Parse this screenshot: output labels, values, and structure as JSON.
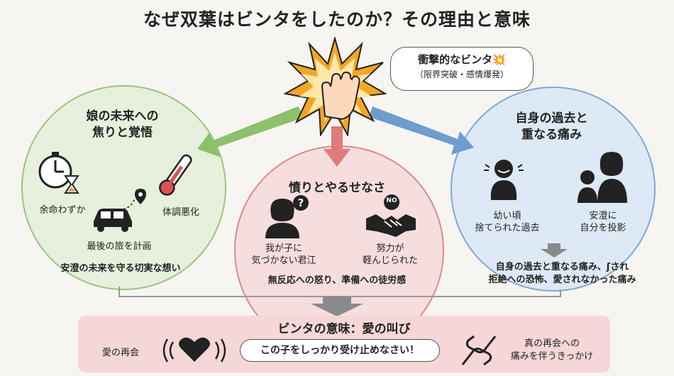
{
  "title": "なぜ双葉はビンタをしたのか？その理由と意味",
  "center": {
    "bubble_line1": "衝撃的なビンタ💥",
    "bubble_line2": "（限界突破・感情爆発）"
  },
  "left": {
    "heading_line1": "娘の未来への",
    "heading_line2": "焦りと覚悟",
    "label_lifespan": "余命わずか",
    "label_health": "体調悪化",
    "label_trip": "最後の旅を計画",
    "summary": "安澄の未来を守る切実な想い"
  },
  "middle": {
    "heading": "憤りとやるせなさ",
    "label_kimie_line1": "我が子に",
    "label_kimie_line2": "気づかない君江",
    "label_effort_line1": "努力が",
    "label_effort_line2": "軽んじられた",
    "no_sign": "NO",
    "summary": "無反応への怒り、準備への徒労感"
  },
  "right": {
    "heading_line1": "自身の過去と",
    "heading_line2": "重なる痛み",
    "label_child_line1": "幼い頃",
    "label_child_line2": "捨てられた過去",
    "label_project_line1": "安澄に",
    "label_project_line2": "自分を投影",
    "summary_line1": "自身の過去と重なる痛み、ʃされ",
    "summary_line2": "拒絶への恐怖、愛されなかった痛み"
  },
  "bottom": {
    "heading": "ビンタの意味：愛の叫び",
    "label_reunion": "愛の再会",
    "speech": "この子をしっかり受け止めなさい！",
    "label_trigger_line1": "真の再会への",
    "label_trigger_line2": "痛みを伴うきっかけ"
  },
  "colors": {
    "green": "#8dc06b",
    "red": "#e07b7b",
    "blue": "#6e9ccf",
    "gray_arrow": "#8a8a8a",
    "burst": "#f5a623"
  }
}
